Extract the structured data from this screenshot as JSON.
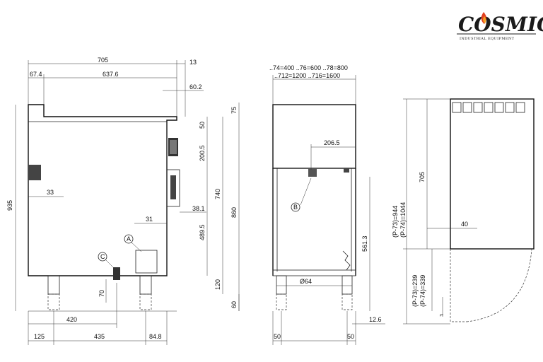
{
  "logo": {
    "brand": "COSMIC",
    "tagline": "INDUSTRIAL EQUIPMENT"
  },
  "side_view": {
    "top_dims": [
      "705",
      "13",
      "67.4",
      "637.6",
      "60.2"
    ],
    "right_dims": [
      "75",
      "50",
      "200.5",
      "740",
      "860",
      "38.1",
      "489.5",
      "120",
      "60"
    ],
    "left_dims": [
      "935",
      "33",
      "31",
      "70"
    ],
    "bottom_dims": [
      "420",
      "125",
      "435",
      "84.8"
    ],
    "callouts": [
      "A",
      "C"
    ]
  },
  "front_view": {
    "size_codes_row1": "..74=400  ..76=600  ..78=800",
    "size_codes_row2": "..712=1200  ..716=1600",
    "dims": [
      "206.5",
      "561.3",
      "Ø64",
      "12.6",
      "50",
      "50"
    ],
    "callouts": [
      "B"
    ]
  },
  "rear_view": {
    "dims": [
      "705",
      "40"
    ],
    "label_upper_1": "(P-73)=944",
    "label_upper_2": "(P-74)=1044",
    "label_lower_1": "(P-73)=239",
    "label_lower_2": "(P-74)=339"
  }
}
